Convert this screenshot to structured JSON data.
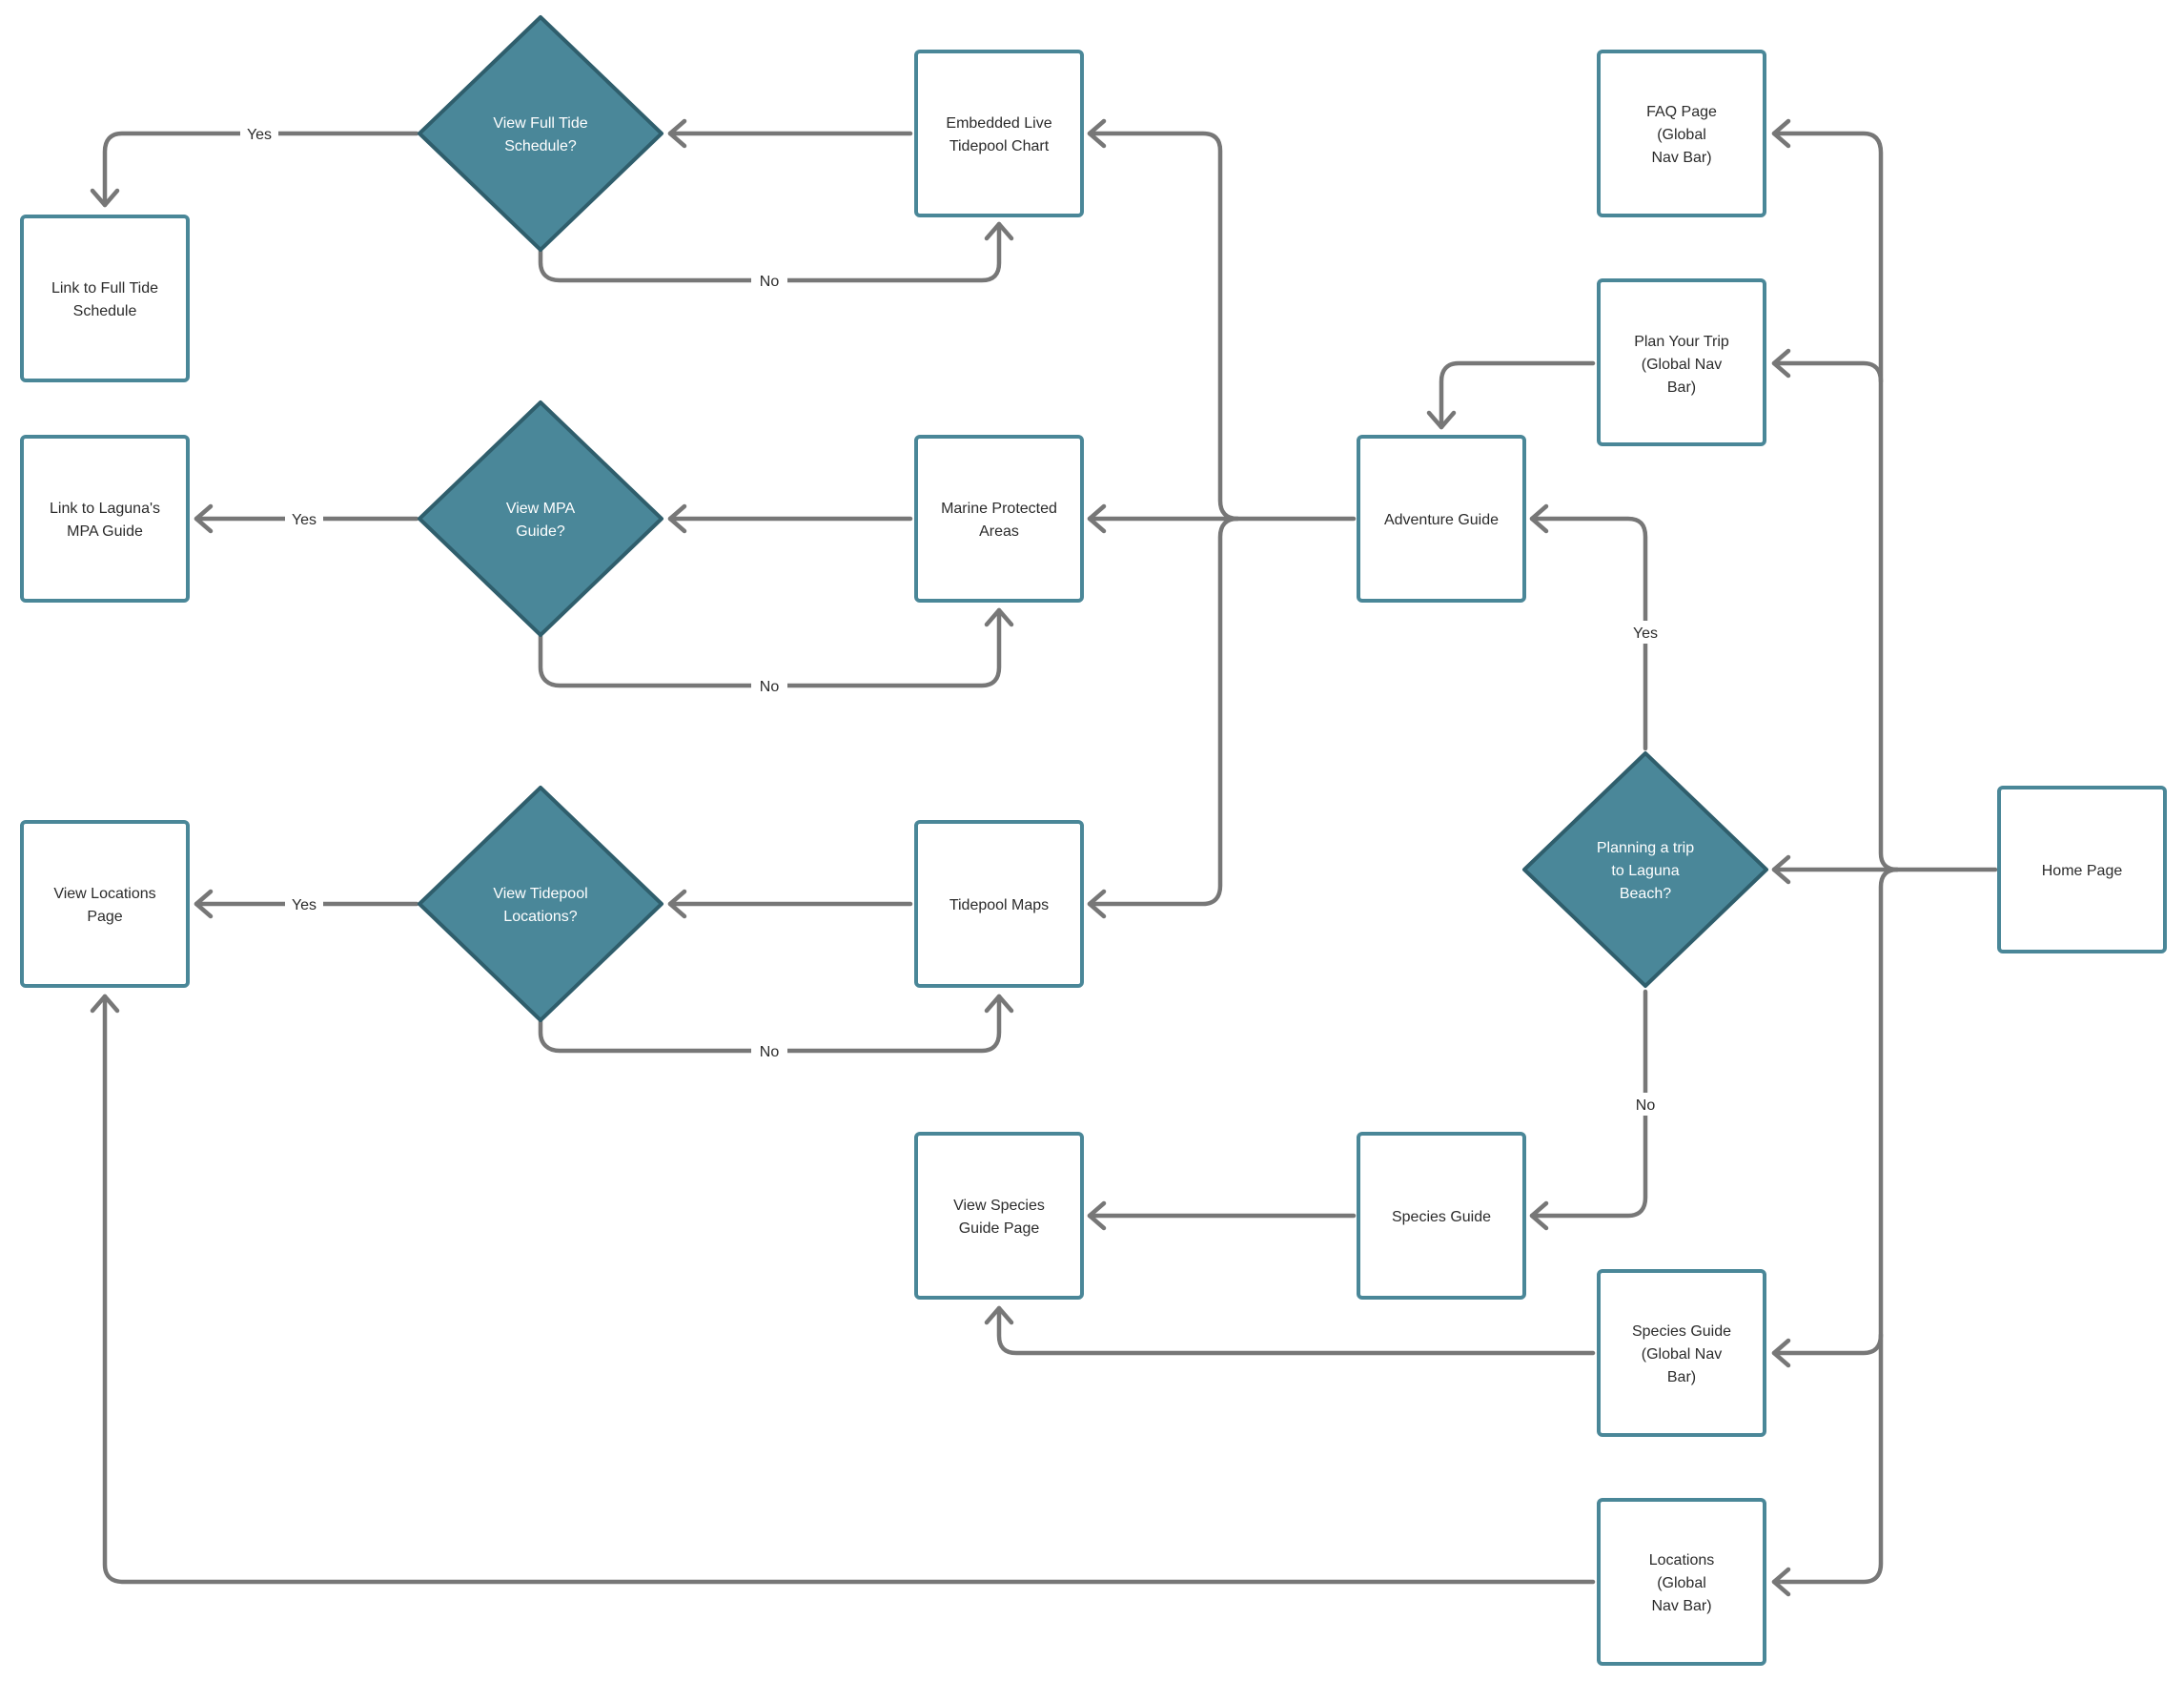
{
  "nodes": {
    "link_full_tide_schedule": "Link to Full Tide Schedule",
    "view_full_tide_schedule": "View Full Tide Schedule?",
    "embedded_live_tidepool_chart": "Embedded Live Tidepool Chart",
    "faq_page": "FAQ Page (Global Nav Bar)",
    "plan_your_trip": "Plan Your Trip (Global Nav Bar)",
    "link_laguna_mpa_guide": "Link to Laguna's MPA Guide",
    "view_mpa_guide": "View MPA Guide?",
    "marine_protected_areas": "Marine Protected Areas",
    "adventure_guide": "Adventure Guide",
    "view_locations_page": "View Locations Page",
    "view_tidepool_locations": "View Tidepool Locations?",
    "tidepool_maps": "Tidepool Maps",
    "planning_trip": "Planning a trip to Laguna Beach?",
    "home_page": "Home Page",
    "view_species_guide_page": "View Species Guide Page",
    "species_guide": "Species Guide",
    "species_guide_nav": "Species Guide (Global Nav Bar)",
    "locations_nav": "Locations (Global Nav Bar)"
  },
  "edge_labels": {
    "yes": "Yes",
    "no": "No"
  },
  "colors": {
    "box_border": "#4a8798",
    "diamond_fill": "#4a8799",
    "diamond_border": "#2f5e6c",
    "connector": "#777777"
  }
}
